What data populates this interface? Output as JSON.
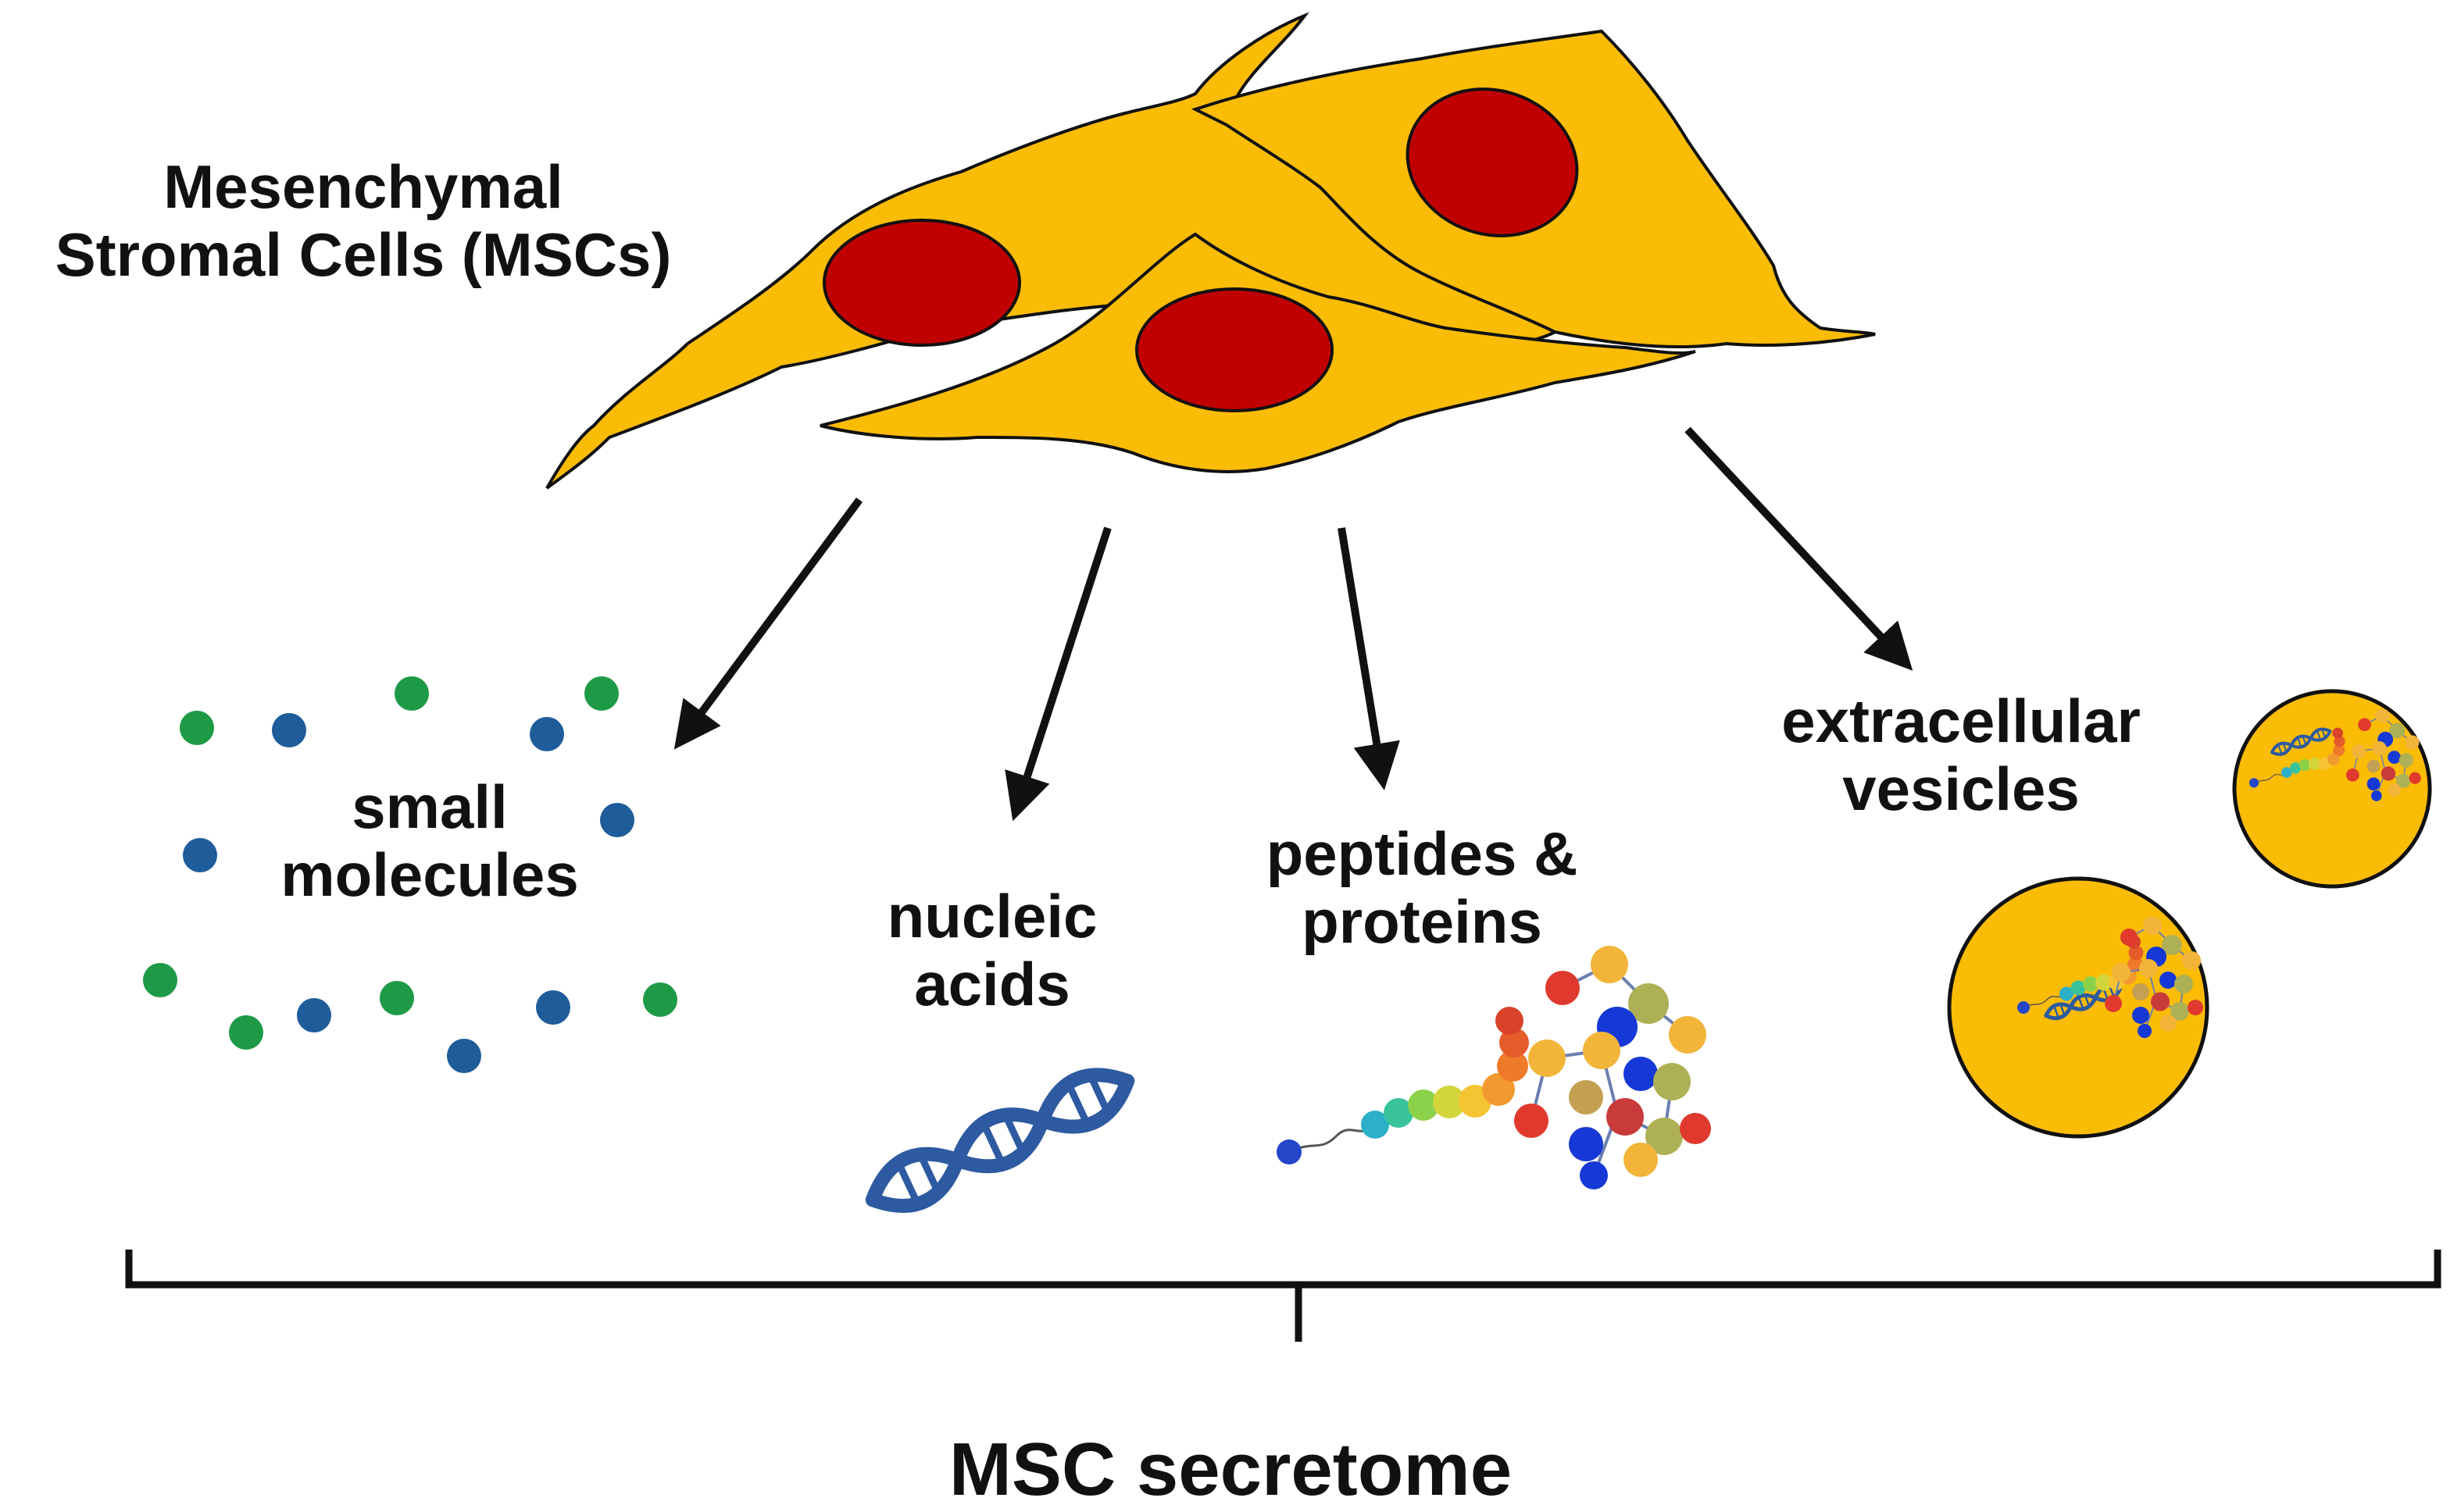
{
  "source": {
    "title_lines": [
      "Mesenchymal",
      "Stromal Cells (MSCs)"
    ]
  },
  "components": [
    {
      "id": "small",
      "lines": [
        "small",
        "molecules"
      ]
    },
    {
      "id": "nucleic",
      "lines": [
        "nucleic",
        "acids"
      ]
    },
    {
      "id": "peptides",
      "lines": [
        "peptides &",
        "proteins"
      ]
    },
    {
      "id": "ev",
      "lines": [
        "extracellular",
        "vesicles"
      ]
    }
  ],
  "group_label": "MSC secretome",
  "colors": {
    "cell_body": "#FBBC05",
    "nucleus": "#C00000",
    "outline": "#111111",
    "arrow": "#111111",
    "molecule_green": "#1E9A46",
    "molecule_blue": "#1F5C9A",
    "dna": "#2D5AA0",
    "vesicle": "#FBBC05"
  },
  "icons": [
    "cell-icon",
    "nucleus-icon",
    "molecule-dot-icon",
    "dna-icon",
    "peptide-chain-icon",
    "protein-cluster-icon",
    "vesicle-icon"
  ]
}
